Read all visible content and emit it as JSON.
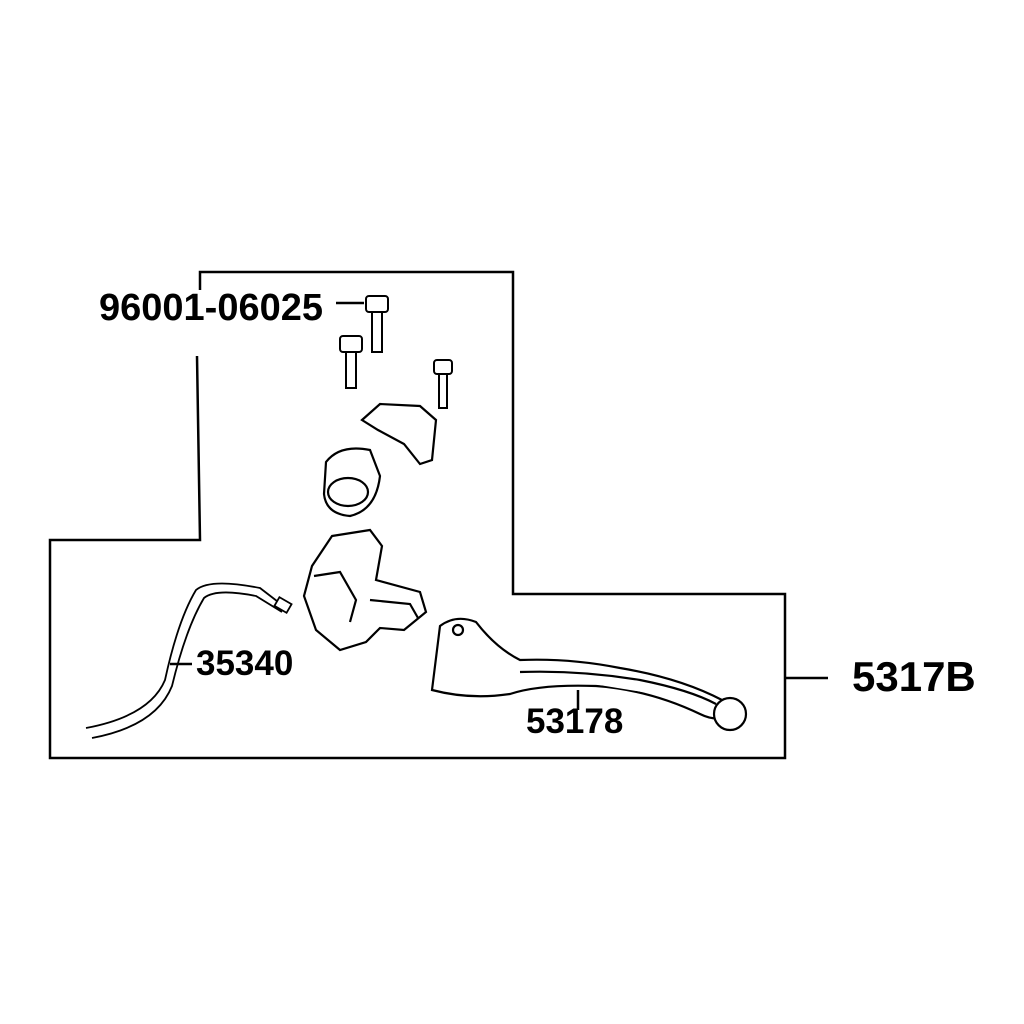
{
  "diagram": {
    "labels": {
      "bolt": "96001-06025",
      "switch": "35340",
      "lever": "53178",
      "assembly": "5317B"
    },
    "colors": {
      "line": "#000000",
      "background": "#ffffff"
    }
  }
}
